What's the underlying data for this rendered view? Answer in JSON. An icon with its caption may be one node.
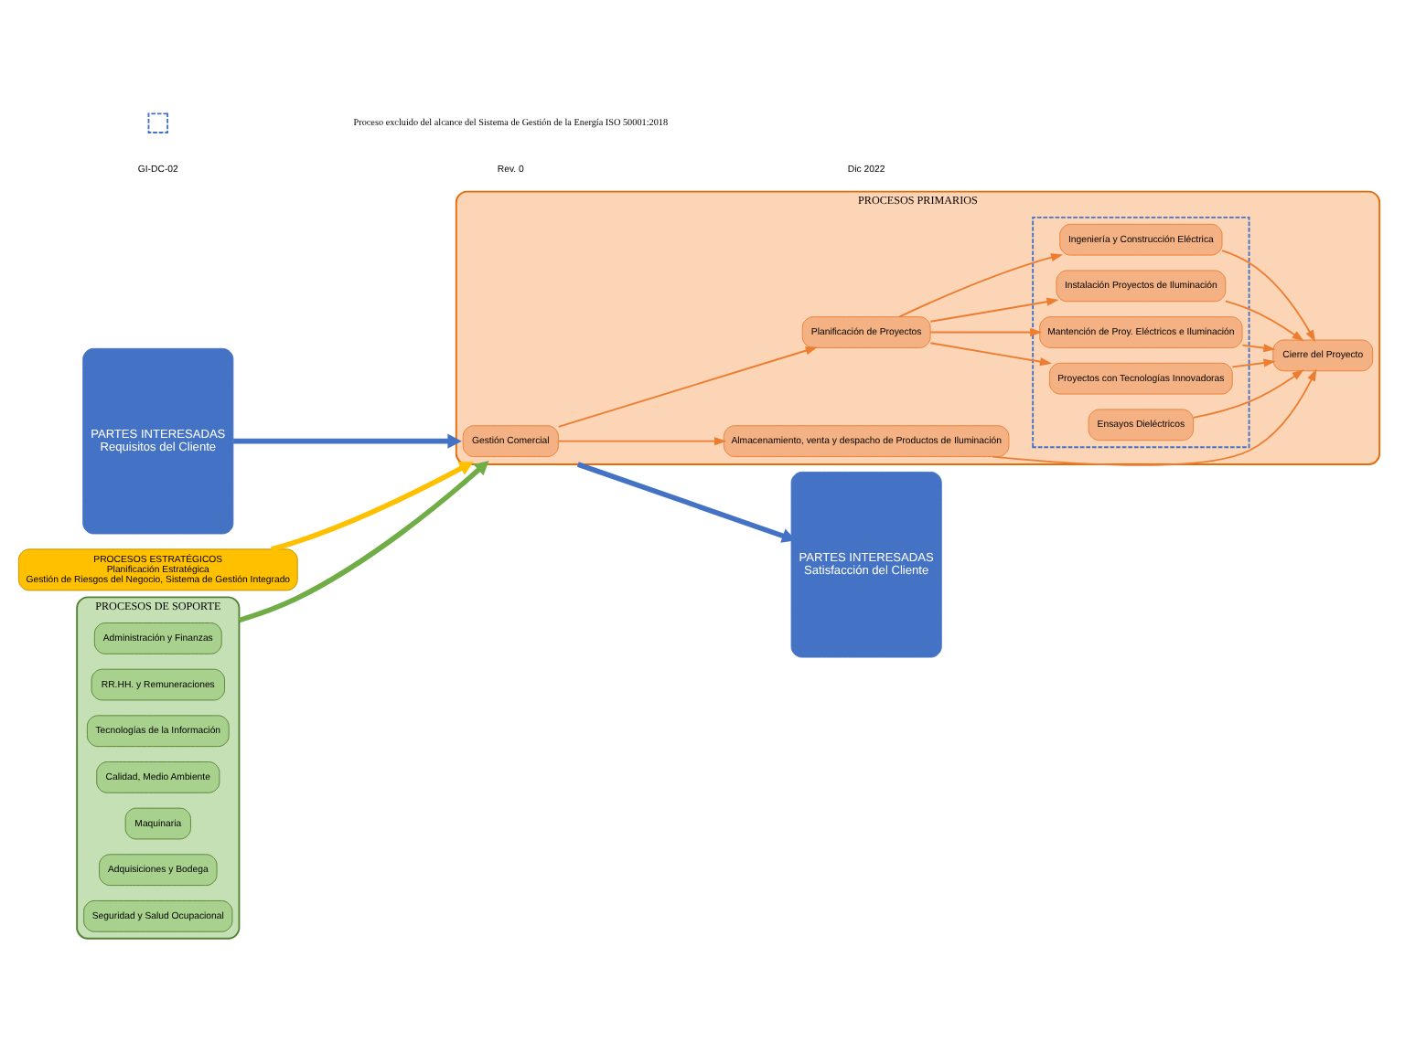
{
  "diagram": {
    "nodes": [
      {
        "text": [
          "PARTES INTERESADAS",
          "Requisitos del Cliente"
        ]
      },
      {
        "text": [
          "PROCESOS ESTRATÉGICOS",
          "Planificación Estratégica",
          "Gestión de Riesgos del Negocio, Sistema de Gestión Integrado"
        ]
      },
      {
        "text": [
          "PROCESOS PRIMARIOS"
        ]
      },
      {
        "text": [
          "Gestión Comercial"
        ],
        "in": 2
      },
      {
        "text": [
          "Almacenamiento, venta y despacho de Productos de Iluminación"
        ],
        "in": 2
      },
      {
        "text": [
          "Planificación de Proyectos"
        ],
        "in": 2
      },
      {
        "text": [],
        "shape": "box",
        "in": 2
      },
      {
        "text": [
          "Ingeniería y Construcción Eléctrica"
        ],
        "in": 6
      },
      {
        "text": [
          "Instalación Proyectos de Iluminación"
        ],
        "in": 6
      },
      {
        "text": [
          "Mantención de Proy. Eléctricos e Iluminación"
        ],
        "in": 6
      },
      {
        "text": [
          "Proyectos con Tecnologías Innovadoras"
        ],
        "in": 6
      },
      {
        "text": [
          "Ensayos Dieléctricos"
        ],
        "in": 6
      },
      {
        "text": [
          "Cierre del Proyecto"
        ],
        "in": 2
      },
      {
        "text": [
          "PROCESOS DE SOPORTE"
        ]
      },
      {
        "text": [
          "Administración y Finanzas"
        ],
        "in": 13
      },
      {
        "text": [
          "RR.HH. y Remuneraciones"
        ],
        "in": 13
      },
      {
        "text": [
          "Tecnologías de la Información"
        ],
        "in": 13
      },
      {
        "text": [
          "Calidad, Medio Ambiente"
        ],
        "in": 13
      },
      {
        "text": [
          "Maquinaria"
        ],
        "in": 13
      },
      {
        "text": [
          "Adquisiciones y Bodega"
        ],
        "in": 13
      },
      {
        "text": [
          "Seguridad y Salud Ocupacional"
        ],
        "in": 13
      },
      {
        "text": [
          "PARTES INTERESADAS",
          "Satisfacción del Cliente"
        ]
      }
    ],
    "edges": [
      {
        "from": 0,
        "to": 2,
        "arrow": "to",
        "style": "thick",
        "color": "#4472c4"
      },
      {
        "from": 1,
        "to": 2,
        "arrow": "to",
        "style": "thick",
        "color": "#ffc000"
      },
      {
        "from": 13,
        "to": 2,
        "arrow": "to",
        "style": "thick",
        "color": "#70ad47"
      },
      {
        "from": 3,
        "to": 4,
        "arrow": "to"
      },
      {
        "from": 3,
        "to": 5,
        "arrow": "to"
      },
      {
        "from": 5,
        "to": 7,
        "arrow": "to"
      },
      {
        "from": 5,
        "to": 8,
        "arrow": "to"
      },
      {
        "from": 5,
        "to": 9,
        "arrow": "to"
      },
      {
        "from": 5,
        "to": 10,
        "arrow": "to"
      },
      {
        "from": 4,
        "to": 12,
        "arrow": "to"
      },
      {
        "from": 7,
        "to": 12,
        "arrow": "to"
      },
      {
        "from": 8,
        "to": 12,
        "arrow": "to"
      },
      {
        "from": 9,
        "to": 12,
        "arrow": "to"
      },
      {
        "from": 10,
        "to": 12,
        "arrow": "to"
      },
      {
        "from": 11,
        "to": 12,
        "arrow": "to"
      },
      {
        "from": 2,
        "to": 21,
        "arrow": "to",
        "style": "thick",
        "color": "#4472c4"
      }
    ],
    "labels": [
      "GI-DC-02",
      "Rev. 0",
      "Dic 2022"
    ],
    "legend": [
      {
        "text": "Proceso excluido del alcance del Sistema de Gestión de la Energía ISO 50001:2018"
      }
    ]
  }
}
